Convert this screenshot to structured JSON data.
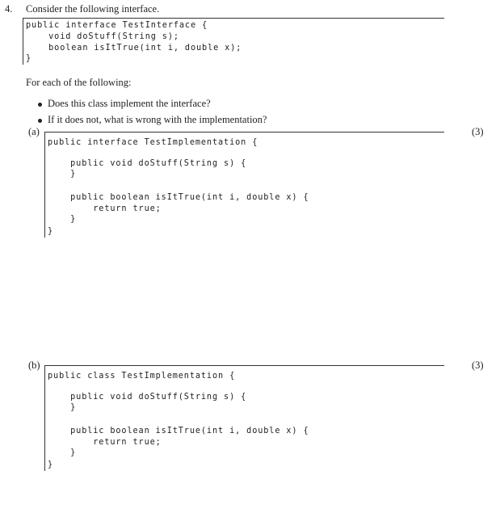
{
  "question": {
    "number": "4.",
    "prompt": "Consider the following interface.",
    "interface_code": [
      "public interface TestInterface {",
      "    void doStuff(String s);",
      "    boolean isItTrue(int i, double x);",
      "}"
    ],
    "instruction": "For each of the following:",
    "bullets": [
      "Does this class implement the interface?",
      "If it does not, what is wrong with the implementation?"
    ]
  },
  "parts": [
    {
      "label": "(a)",
      "marks": "(3)",
      "code": [
        "public interface TestImplementation {",
        "",
        "    public void doStuff(String s) {",
        "    }",
        "",
        "    public boolean isItTrue(int i, double x) {",
        "        return true;",
        "    }",
        "}"
      ]
    },
    {
      "label": "(b)",
      "marks": "(3)",
      "code": [
        "public class TestImplementation {",
        "",
        "    public void doStuff(String s) {",
        "    }",
        "",
        "    public boolean isItTrue(int i, double x) {",
        "        return true;",
        "    }",
        "}"
      ]
    }
  ]
}
